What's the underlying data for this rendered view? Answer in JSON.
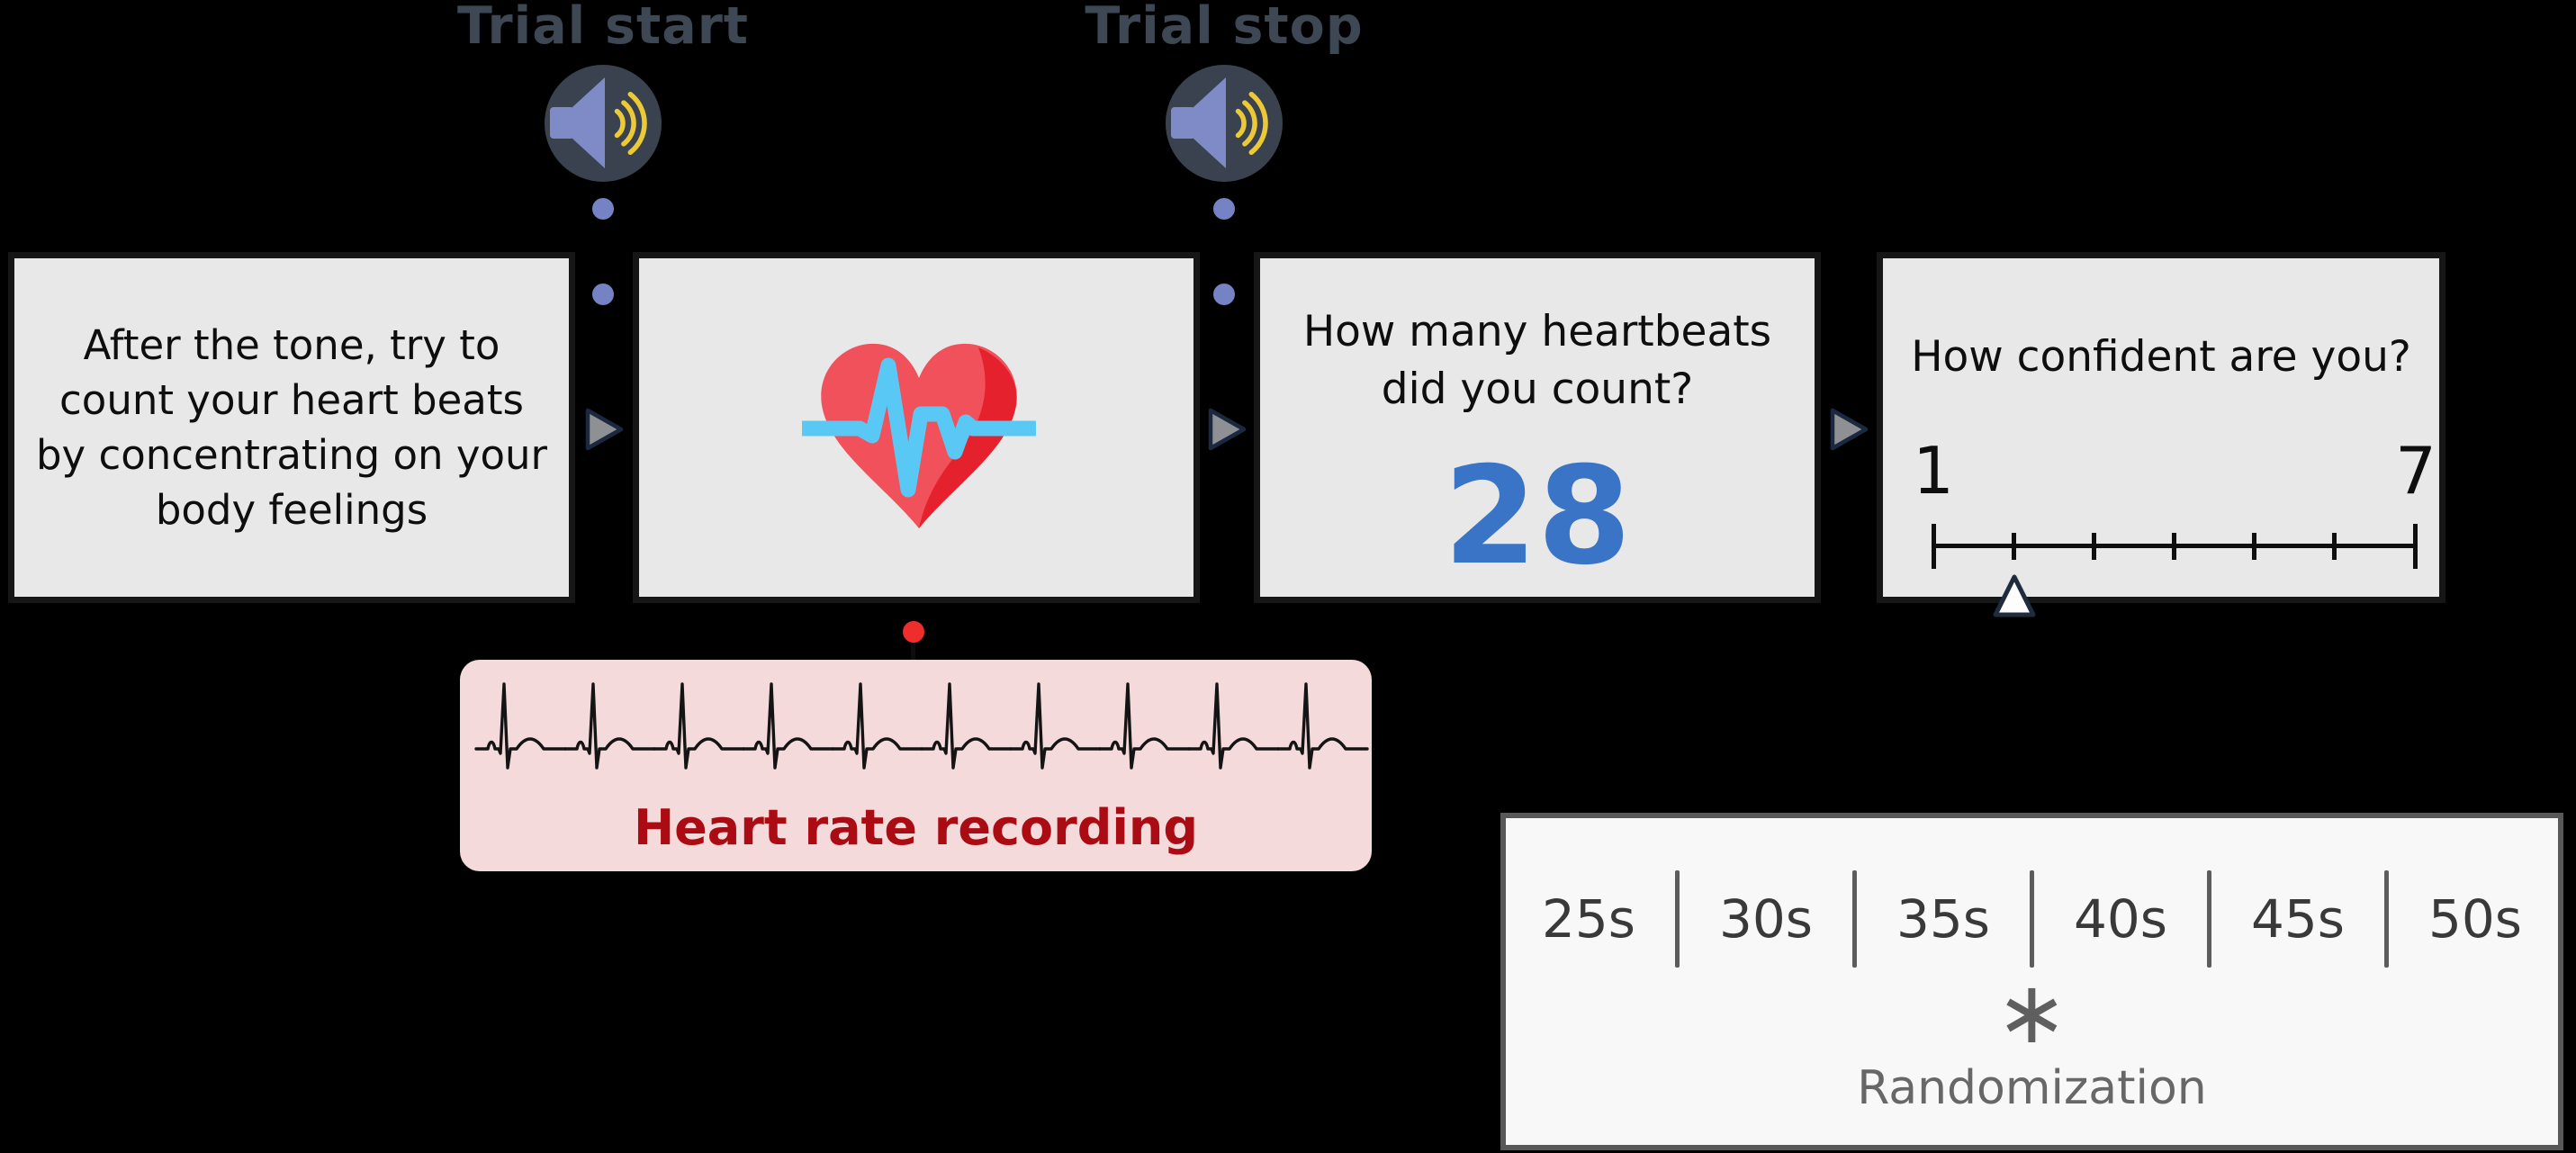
{
  "timeline": {
    "trial_start_label": "Trial start",
    "trial_stop_label": "Trial stop"
  },
  "steps": [
    {
      "id": "instruction",
      "text": "After the tone, try to\ncount your heart beats\nby concentrating on your\nbody feelings"
    },
    {
      "id": "counting",
      "icon": "heart-pulse-icon"
    },
    {
      "id": "count-question",
      "question": "How many heartbeats\ndid you count?",
      "answer": "28"
    },
    {
      "id": "confidence",
      "question": "How confident are you?",
      "scale_min": "1",
      "scale_max": "7",
      "scale_ticks": 7,
      "marker_tick": 2
    }
  ],
  "heart_rate": {
    "label": "Heart rate recording",
    "beat_count": 10
  },
  "randomization": {
    "durations": [
      "25s",
      "30s",
      "35s",
      "40s",
      "45s",
      "50s"
    ],
    "symbol": "∗",
    "label": "Randomization"
  },
  "icons": {
    "speaker": "speaker-icon",
    "heart": "heart-pulse-icon",
    "arrow": "arrow-right-icon",
    "marker": "triangle-marker-icon"
  },
  "colors": {
    "background": "#000000",
    "panel_bg": "#e8e8e8",
    "panel_border": "#161616",
    "label_slate": "#3d4854",
    "answer_blue": "#3a74c7",
    "heart_red": "#f0515a",
    "heart_red_dark": "#e6212e",
    "pulse_cyan": "#5ac8f5",
    "hr_box_pink": "#f5dadc",
    "hr_label_red": "#ab0c13",
    "connector_blue": "#7583c4",
    "connector_red": "#ee2d2d",
    "speaker_body": "#7f8bc6",
    "speaker_waves": "#ecca35",
    "rand_border": "#585858"
  }
}
